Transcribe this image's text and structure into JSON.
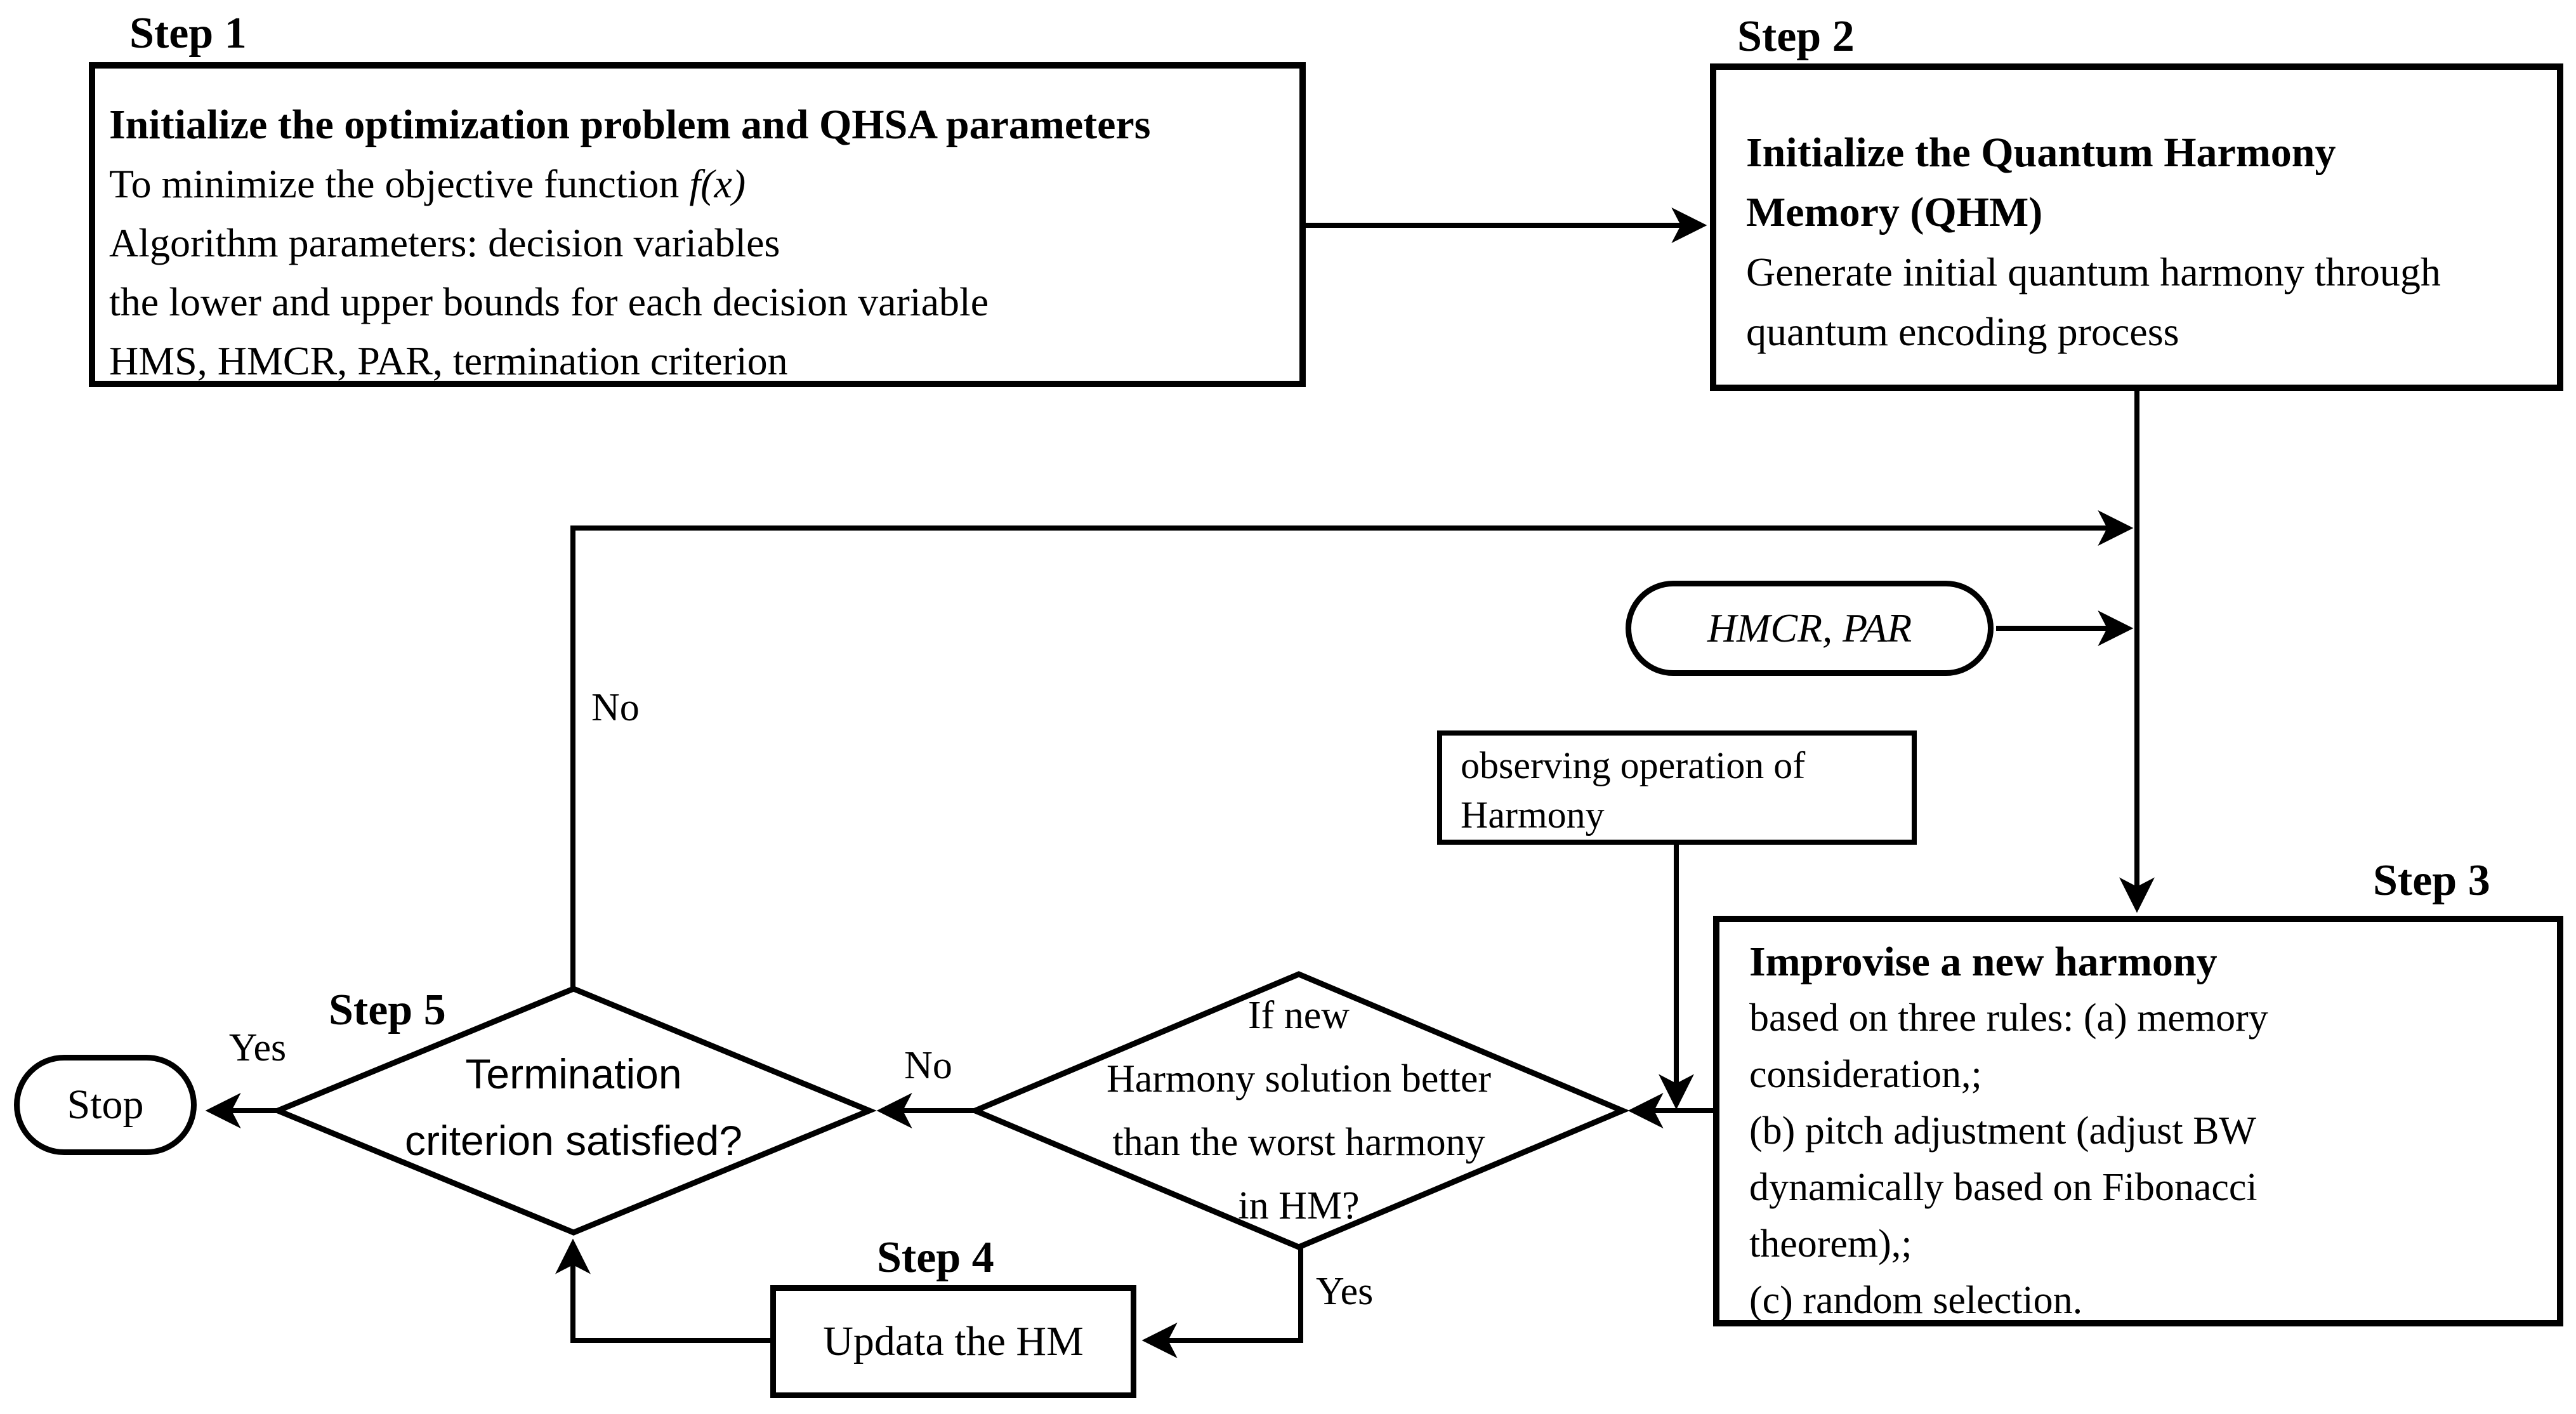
{
  "step1": {
    "label": "Step 1",
    "title": "Initialize the optimization problem and QHSA parameters",
    "line2_prefix": "To minimize the objective function ",
    "line2_italic": "f(x)",
    "lines": [
      "Algorithm parameters: decision variables",
      "the lower and upper bounds for each decision variable",
      "HMS, HMCR, PAR, termination criterion"
    ]
  },
  "step2": {
    "label": "Step 2",
    "title_lines": [
      "Initialize the Quantum Harmony",
      "Memory (QHM)"
    ],
    "body_lines": [
      "Generate initial quantum harmony through",
      "quantum encoding process"
    ]
  },
  "params_ellipse": {
    "text": "HMCR, PAR"
  },
  "observe_box": {
    "lines": [
      "observing operation of",
      "Harmony"
    ]
  },
  "step3": {
    "label": "Step 3",
    "title": "Improvise a new harmony",
    "lines": [
      "based on three rules: (a) memory",
      "consideration,;",
      "(b) pitch adjustment (adjust BW",
      "dynamically based on Fibonacci",
      "theorem),;",
      "(c) random selection."
    ]
  },
  "decision_new_harmony": {
    "lines": [
      "If new",
      "Harmony solution better",
      "than the worst harmony",
      "in HM?"
    ]
  },
  "step4": {
    "label": "Step 4",
    "text": "Updata the HM"
  },
  "step5": {
    "label": "Step 5",
    "lines": [
      "Termination",
      "criterion satisfied?"
    ]
  },
  "terminal_stop": {
    "text": "Stop"
  },
  "edge_labels": {
    "no_loop": "No",
    "no_mid": "No",
    "yes_stop": "Yes",
    "yes_update": "Yes"
  }
}
